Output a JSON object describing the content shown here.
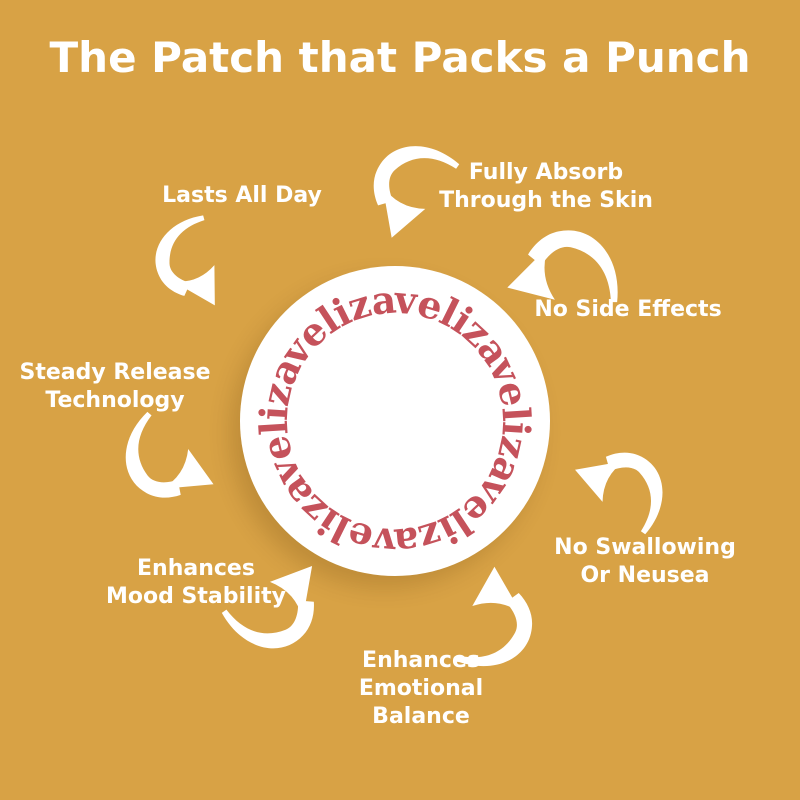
{
  "title": "The Patch that Packs a Punch",
  "brand": {
    "word": "veliza",
    "repetitions": 6
  },
  "benefits": {
    "lasts_all_day": {
      "lines": [
        "Lasts All Day"
      ]
    },
    "fully_absorb": {
      "lines": [
        "Fully Absorb",
        "Through the Skin"
      ]
    },
    "no_side_effects": {
      "lines": [
        "No Side Effects"
      ]
    },
    "steady_release": {
      "lines": [
        "Steady Release",
        "Technology"
      ]
    },
    "no_swallowing": {
      "lines": [
        "No Swallowing",
        "Or Neusea"
      ]
    },
    "enhances_mood": {
      "lines": [
        "Enhances",
        "Mood Stability"
      ]
    },
    "enhances_emotional": {
      "lines": [
        "Enhances",
        "Emotional",
        "Balance"
      ]
    }
  },
  "icons": {
    "arrow": "curved-swoosh-arrow"
  },
  "colors": {
    "background": "#d8a245",
    "text": "#ffffff",
    "brand_red": "#c5525b",
    "circle_fill": "#ffffff"
  }
}
